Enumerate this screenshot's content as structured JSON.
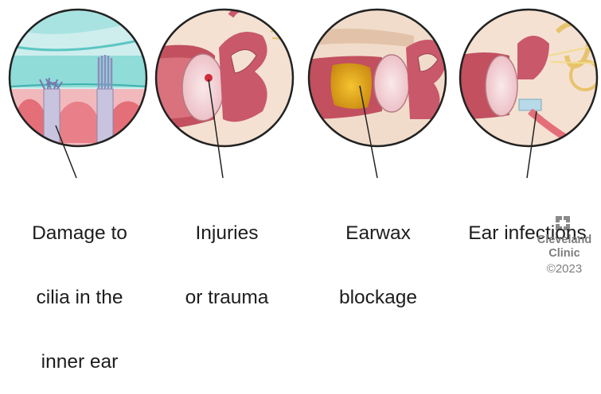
{
  "panels": [
    {
      "id": "cilia",
      "label_lines": [
        "Damage to",
        "cilia in the",
        "inner ear"
      ]
    },
    {
      "id": "injury",
      "label_lines": [
        "Injuries",
        "or trauma"
      ]
    },
    {
      "id": "earwax",
      "label_lines": [
        "Earwax",
        "blockage"
      ]
    },
    {
      "id": "infection",
      "label_lines": [
        "Ear infections"
      ]
    }
  ],
  "logo": {
    "name_lines": [
      "Cleveland",
      "Clinic"
    ],
    "copyright": "©2023"
  },
  "colors": {
    "outline": "#222222",
    "fluid": "#7ed6d3",
    "tissue": "#e8888f",
    "canal": "#c2505e",
    "bone": "#f1dccb",
    "wax": "#e0a21a",
    "logo_gray": "#8a8a8a"
  },
  "icons": [
    "cilia-illustration",
    "eardrum-injury-illustration",
    "earwax-illustration",
    "ear-infection-illustration",
    "cleveland-clinic-logo-icon"
  ]
}
